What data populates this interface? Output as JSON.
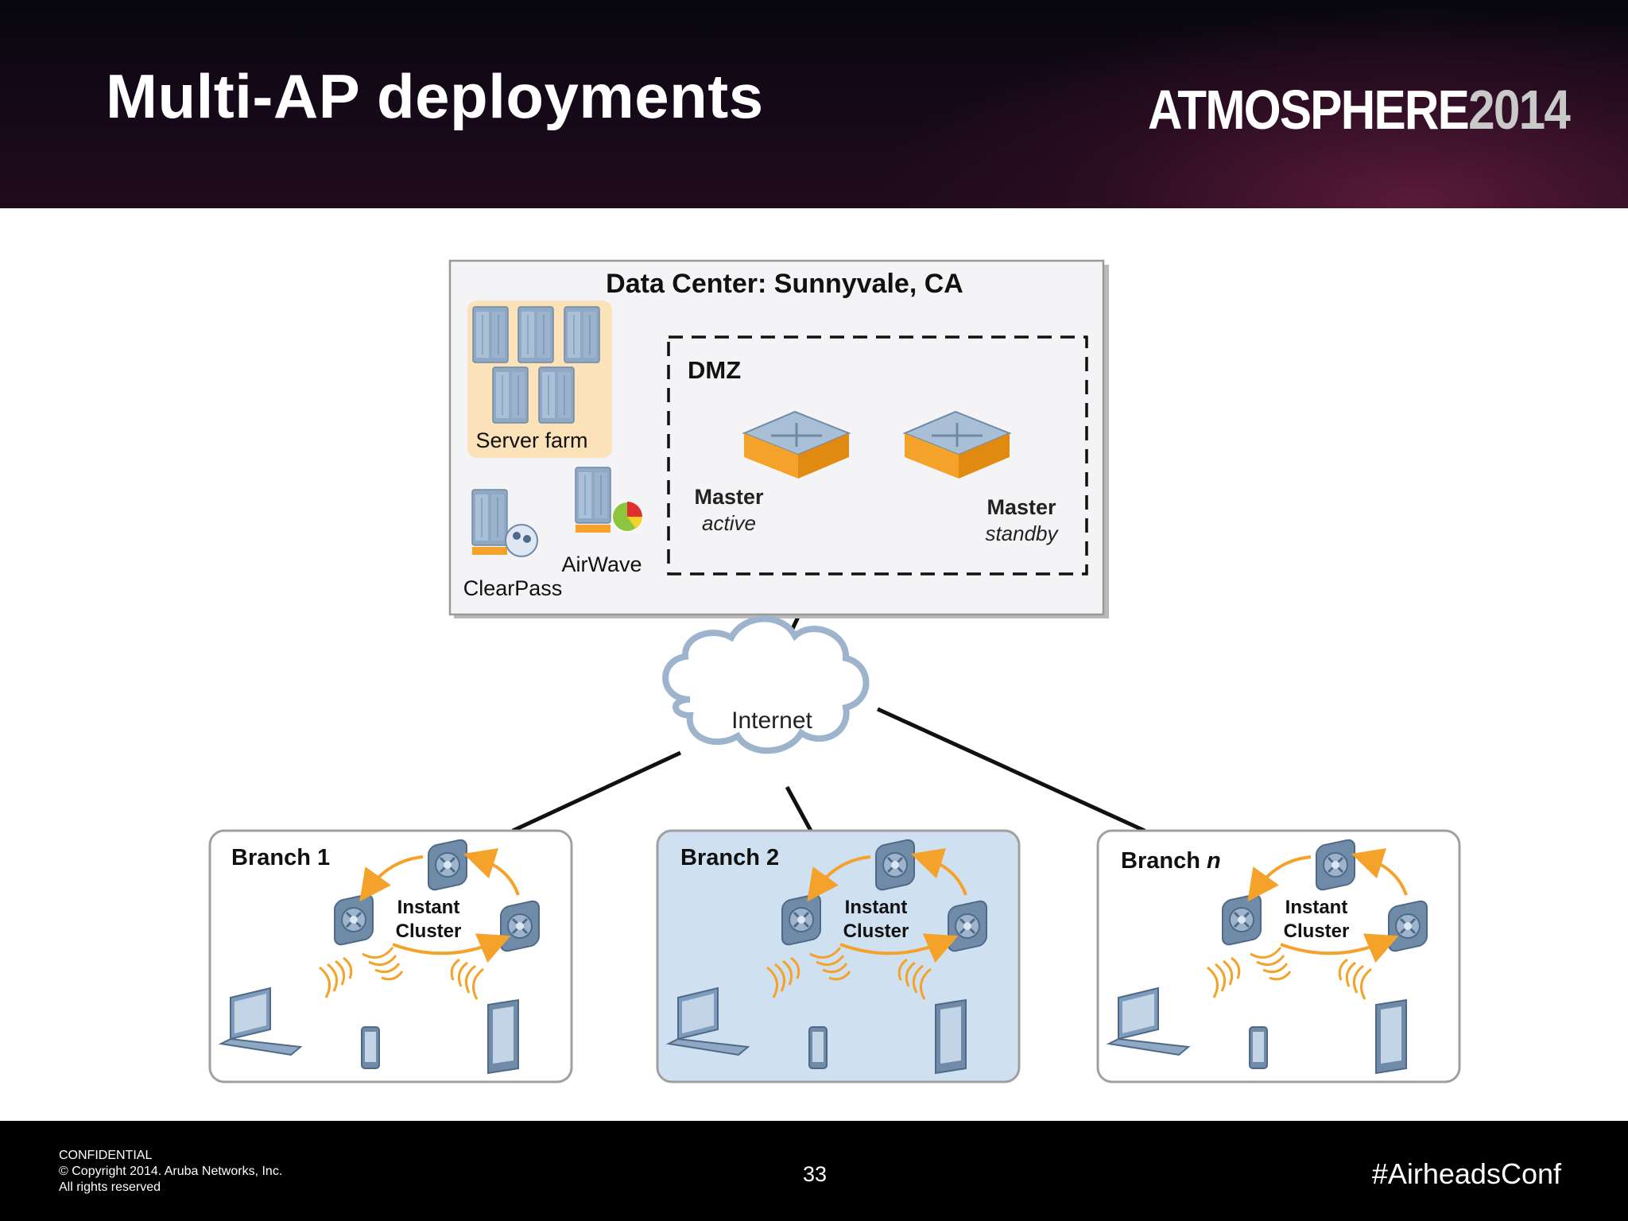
{
  "slide": {
    "title": "Multi-AP deployments",
    "brand_word": "ATMOSPHERE",
    "brand_year": "2014"
  },
  "diagram": {
    "datacenter_title": "Data Center: Sunnyvale, CA",
    "server_farm_label": "Server farm",
    "clearpass_label": "ClearPass",
    "airwave_label": "AirWave",
    "dmz_label": "DMZ",
    "master_active_label": "Master",
    "master_active_state": "active",
    "master_standby_label": "Master",
    "master_standby_state": "standby",
    "internet_label": "Internet",
    "branches": [
      {
        "name": "Branch 1",
        "cluster_line1": "Instant",
        "cluster_line2": "Cluster"
      },
      {
        "name": "Branch 2",
        "cluster_line1": "Instant",
        "cluster_line2": "Cluster"
      },
      {
        "name_prefix": "Branch ",
        "name_italic": "n",
        "cluster_line1": "Instant",
        "cluster_line2": "Cluster"
      }
    ]
  },
  "footer": {
    "confidential": "CONFIDENTIAL",
    "copyright": "© Copyright 2014. Aruba Networks, Inc.",
    "rights": "All rights reserved",
    "page_number": "33",
    "hashtag": "#AirheadsConf"
  },
  "colors": {
    "accent_orange": "#f5a22a",
    "branch2_fill": "#cfe0f1",
    "datacenter_fill": "#f4f3f6",
    "server_farm_fill": "#fbe2b8"
  }
}
